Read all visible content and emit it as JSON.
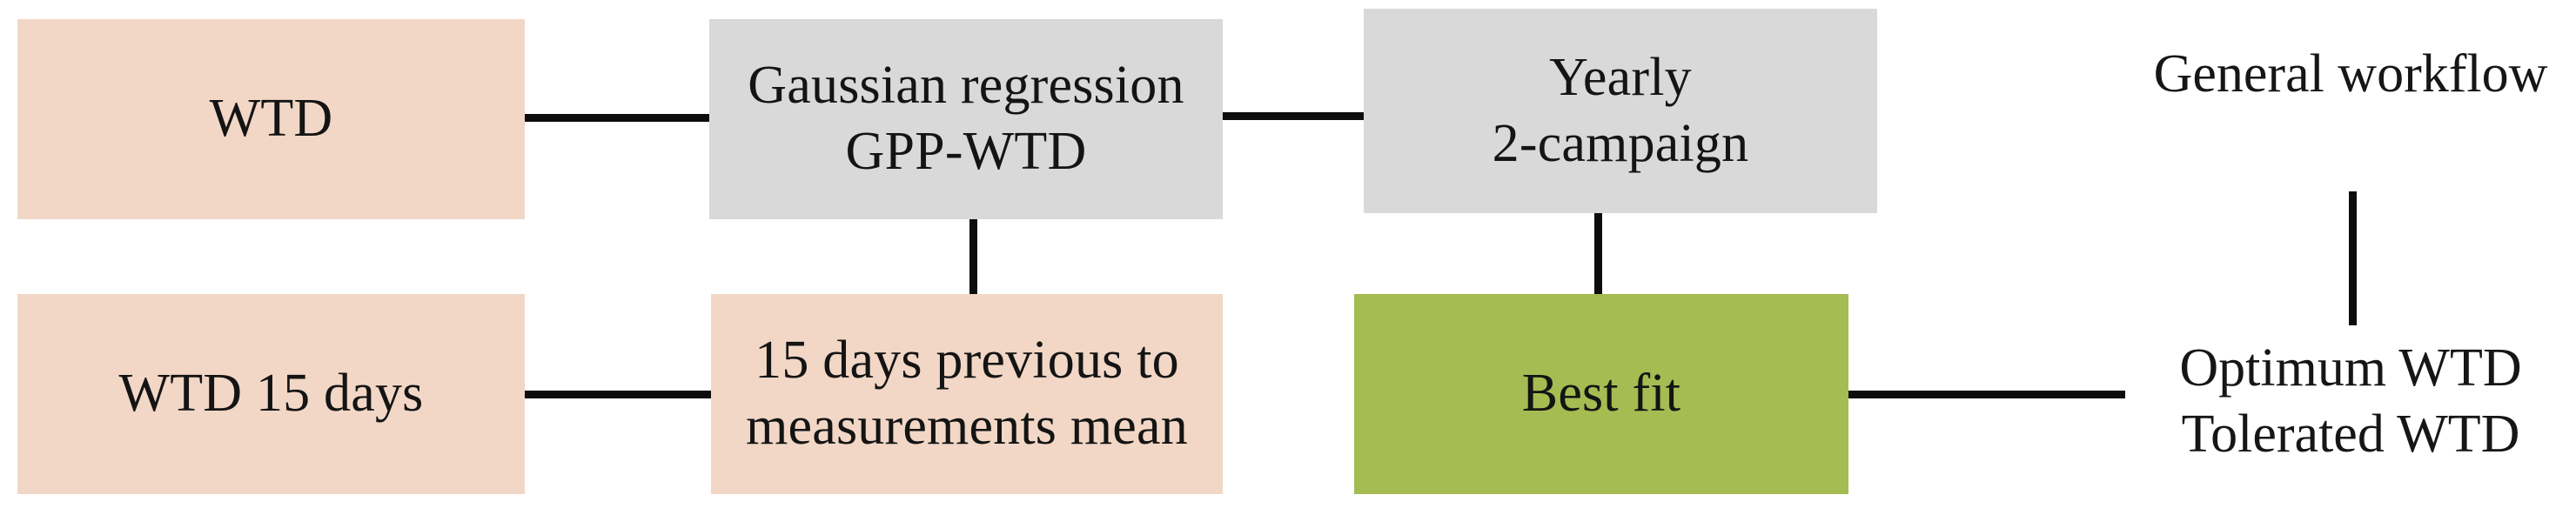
{
  "diagram": {
    "type": "flowchart",
    "title_text": "General workflow",
    "colors": {
      "pink": "#F2D7C6",
      "gray": "#D9D9D9",
      "green": "#A4BC51",
      "line": "#0D0D0D",
      "text": "#141414",
      "background": "#FFFFFF"
    },
    "nodes": [
      {
        "id": "wtd",
        "label": "WTD",
        "lines": [
          "WTD"
        ],
        "fill": "pink"
      },
      {
        "id": "gaussian-regression",
        "label": "Gaussian regression GPP-WTD",
        "lines": [
          "Gaussian regression",
          "GPP-WTD"
        ],
        "fill": "gray"
      },
      {
        "id": "yearly-2-campaign",
        "label": "Yearly 2-campaign",
        "lines": [
          "Yearly",
          "2-campaign"
        ],
        "fill": "gray"
      },
      {
        "id": "wtd-15-days",
        "label": "WTD 15 days",
        "lines": [
          "WTD 15 days"
        ],
        "fill": "pink"
      },
      {
        "id": "15-days-previous-mean",
        "label": "15 days previous to measurements mean",
        "lines": [
          "15 days previous to",
          "measurements mean"
        ],
        "fill": "pink"
      },
      {
        "id": "best-fit",
        "label": "Best fit",
        "lines": [
          "Best fit"
        ],
        "fill": "green"
      }
    ],
    "annotations": [
      {
        "id": "general-workflow",
        "lines": [
          "General workflow"
        ]
      },
      {
        "id": "outputs",
        "lines": [
          "Optimum WTD",
          "Tolerated WTD"
        ]
      }
    ],
    "edges": [
      {
        "id": "wtd-to-gaussian",
        "from": "wtd",
        "to": "gaussian-regression",
        "orientation": "horizontal"
      },
      {
        "id": "gaussian-to-yearly",
        "from": "gaussian-regression",
        "to": "yearly-2-campaign",
        "orientation": "horizontal"
      },
      {
        "id": "gaussian-to-15-days-mean",
        "from": "gaussian-regression",
        "to": "15-days-previous-mean",
        "orientation": "vertical"
      },
      {
        "id": "wtd15-to-15-days-mean",
        "from": "wtd-15-days",
        "to": "15-days-previous-mean",
        "orientation": "horizontal"
      },
      {
        "id": "yearly-to-best-fit",
        "from": "yearly-2-campaign",
        "to": "best-fit",
        "orientation": "vertical"
      },
      {
        "id": "best-fit-to-outputs",
        "from": "best-fit",
        "to": "outputs",
        "orientation": "horizontal"
      },
      {
        "id": "general-workflow-to-outputs",
        "from": "general-workflow",
        "to": "outputs",
        "orientation": "vertical"
      }
    ]
  }
}
